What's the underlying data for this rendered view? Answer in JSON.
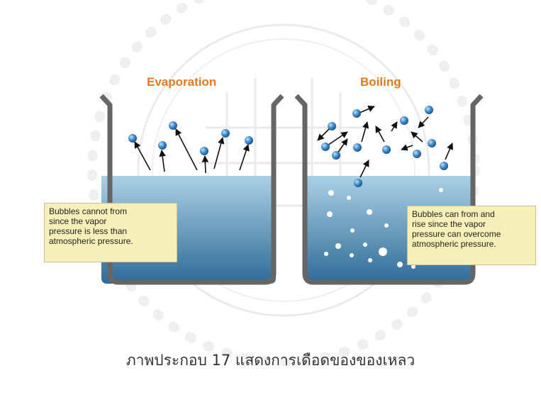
{
  "diagram": {
    "left_title": "Evaporation",
    "right_title": "Boiling",
    "left_callout": "Bubbles cannot from\nsince the vapor\npressure is less than\natmospheric pressure.",
    "right_callout": "Bubbles can from and\nrise since the vapor\npressure can overcome\natmospheric pressure.",
    "caption": "ภาพประกอบ 17 แสดงการเดือดของของเหลว",
    "colors": {
      "title": "#e07a1e",
      "water_top": "#9cc8de",
      "water_bottom": "#2f6b98",
      "molecule": "#3f8fd0",
      "callout_bg": "#f6f0b8",
      "watermark": "#d9d9d9"
    }
  }
}
